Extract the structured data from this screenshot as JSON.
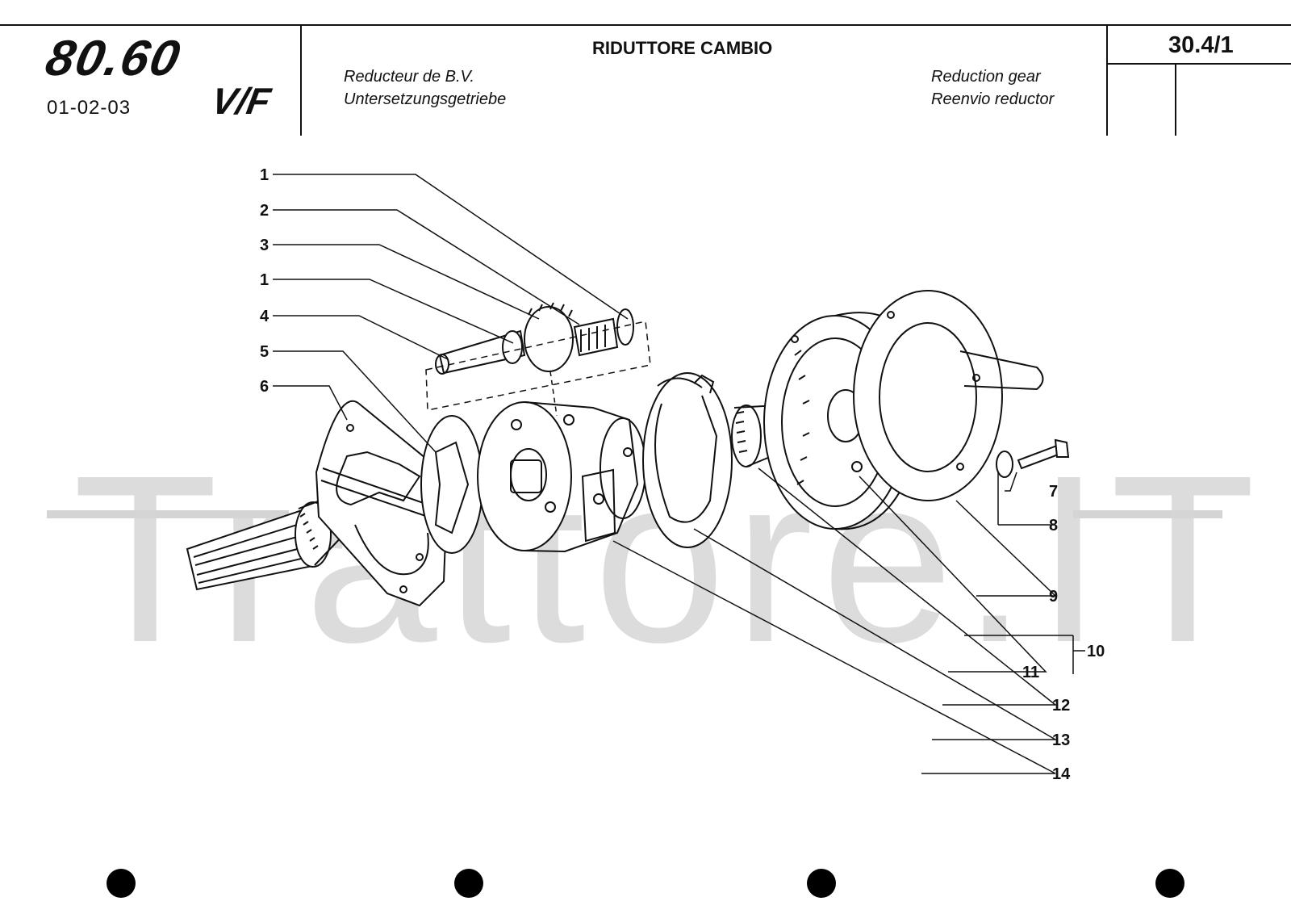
{
  "header": {
    "logo": "80.60",
    "logo_suffix": "V/F",
    "model_codes": "01-02-03",
    "title_it": "RIDUTTORE CAMBIO",
    "title_fr": "Reducteur de B.V.",
    "title_de": "Untersetzungsgetriebe",
    "title_en": "Reduction gear",
    "title_es": "Reenvio reductor",
    "page_ref": "30.4/1"
  },
  "watermark": "Trattore.IT",
  "callouts": {
    "left": [
      "1",
      "2",
      "3",
      "1",
      "4",
      "5",
      "6"
    ],
    "right": [
      "7",
      "8",
      "9",
      "10",
      "11",
      "12",
      "13",
      "14"
    ]
  }
}
